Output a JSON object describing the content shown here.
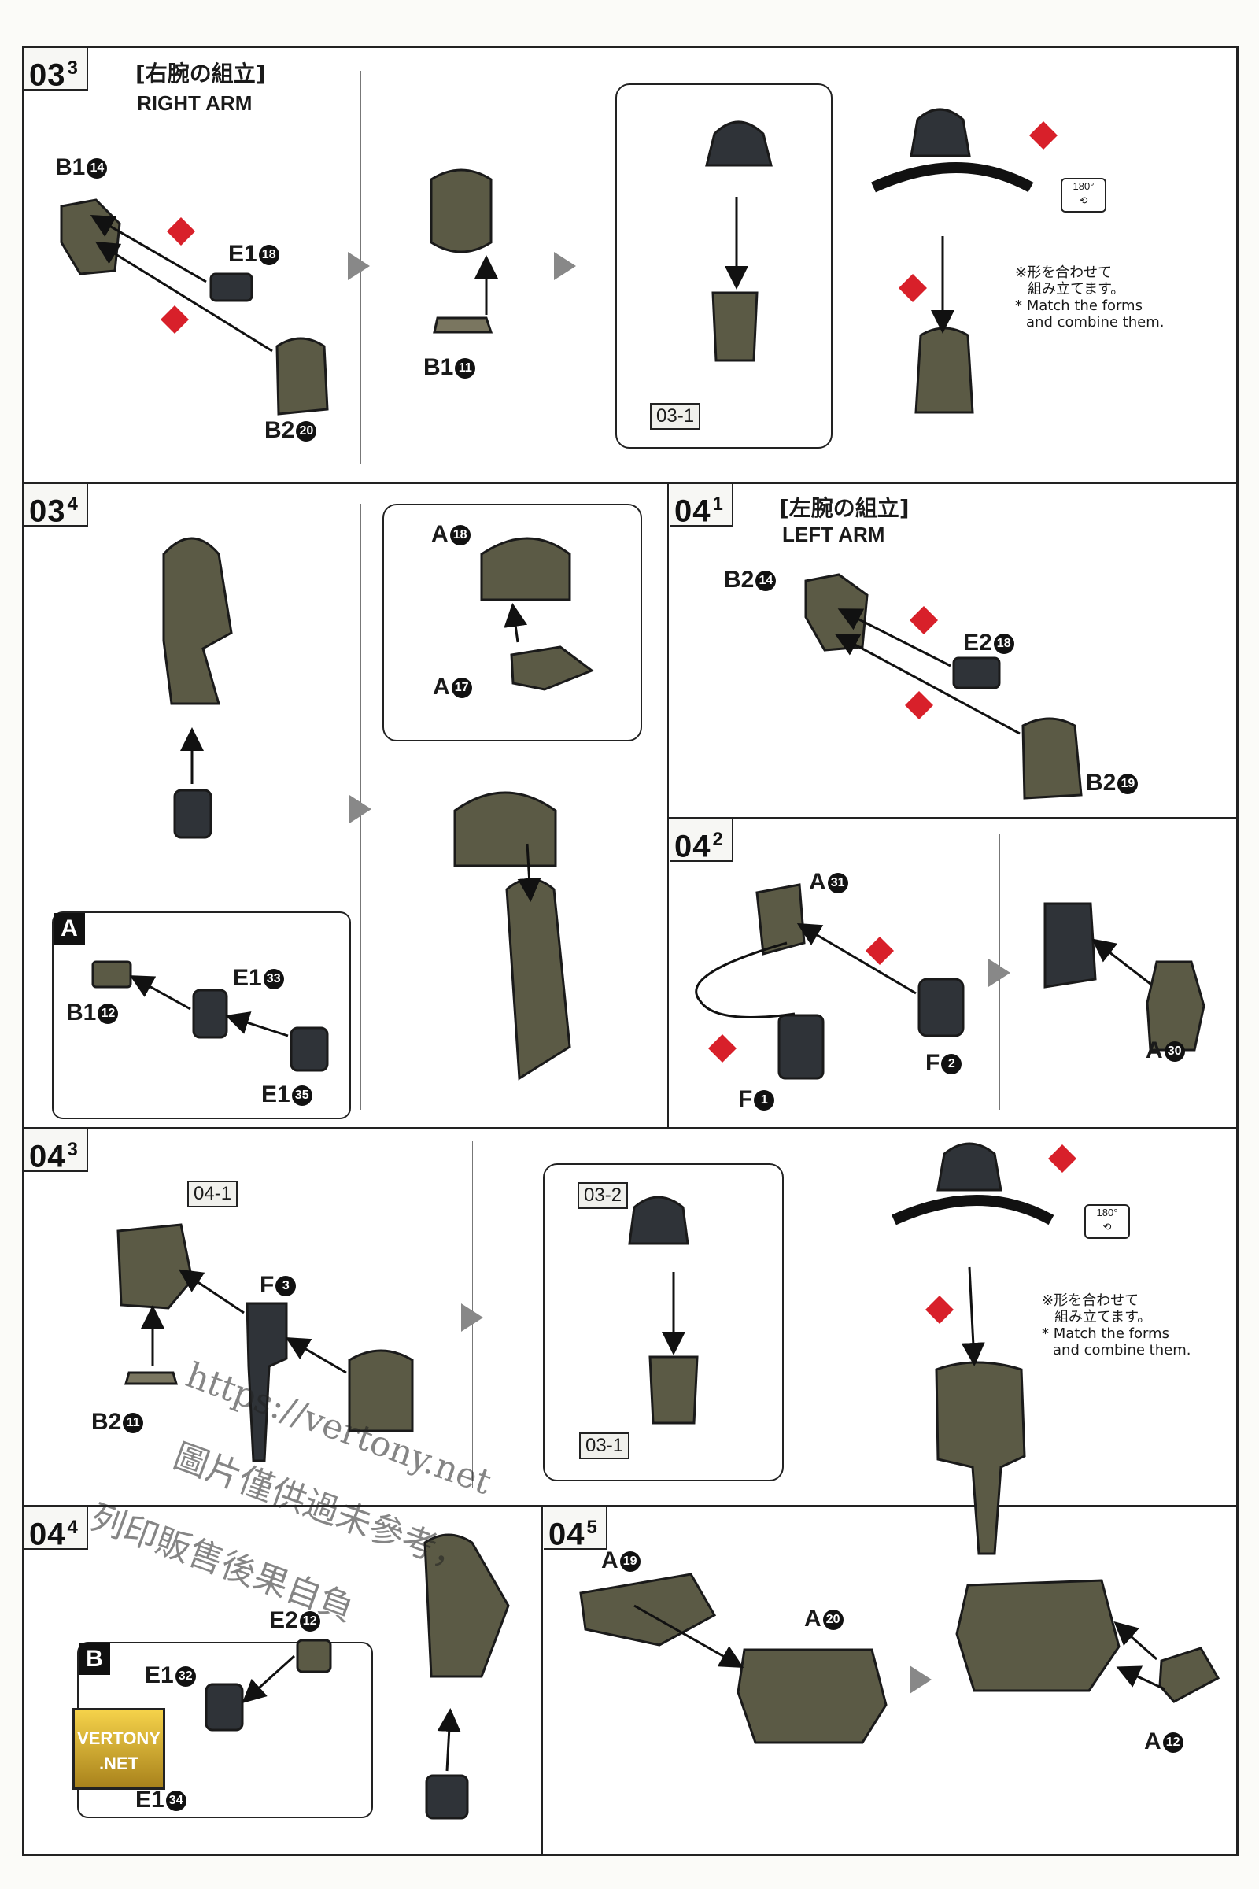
{
  "steps": {
    "s033": {
      "main": "03",
      "sub": "3",
      "jp": "[右腕の組立]",
      "en": "RIGHT ARM"
    },
    "s034": {
      "main": "03",
      "sub": "4"
    },
    "s041": {
      "main": "04",
      "sub": "1",
      "jp": "[左腕の組立]",
      "en": "LEFT ARM"
    },
    "s042": {
      "main": "04",
      "sub": "2"
    },
    "s043": {
      "main": "04",
      "sub": "3"
    },
    "s044": {
      "main": "04",
      "sub": "4"
    },
    "s045": {
      "main": "04",
      "sub": "5"
    }
  },
  "parts": {
    "p_b1_14": {
      "letter": "B1",
      "num": "14"
    },
    "p_e1_18": {
      "letter": "E1",
      "num": "18"
    },
    "p_b2_20": {
      "letter": "B2",
      "num": "20"
    },
    "p_b1_11": {
      "letter": "B1",
      "num": "11"
    },
    "p_a18": {
      "letter": "A",
      "num": "18"
    },
    "p_a17": {
      "letter": "A",
      "num": "17"
    },
    "p_b1_12": {
      "letter": "B1",
      "num": "12"
    },
    "p_e1_33": {
      "letter": "E1",
      "num": "33"
    },
    "p_e1_35": {
      "letter": "E1",
      "num": "35"
    },
    "p_b2_14": {
      "letter": "B2",
      "num": "14"
    },
    "p_e2_18": {
      "letter": "E2",
      "num": "18"
    },
    "p_b2_19": {
      "letter": "B2",
      "num": "19"
    },
    "p_a31": {
      "letter": "A",
      "num": "31"
    },
    "p_f2": {
      "letter": "F",
      "num": "2"
    },
    "p_f1": {
      "letter": "F",
      "num": "1"
    },
    "p_a30": {
      "letter": "A",
      "num": "30"
    },
    "p_f3": {
      "letter": "F",
      "num": "3"
    },
    "p_b2_11": {
      "letter": "B2",
      "num": "11"
    },
    "p_e1_32": {
      "letter": "E1",
      "num": "32"
    },
    "p_e2_12": {
      "letter": "E2",
      "num": "12"
    },
    "p_e1_34": {
      "letter": "E1",
      "num": "34"
    },
    "p_a19": {
      "letter": "A",
      "num": "19"
    },
    "p_a20": {
      "letter": "A",
      "num": "20"
    },
    "p_a12": {
      "letter": "A",
      "num": "12"
    }
  },
  "refs": {
    "r031a": "03-1",
    "r041": "04-1",
    "r032": "03-2",
    "r031b": "03-1"
  },
  "notes": {
    "jp1": "※形を合わせて",
    "jp2": "組み立てます。",
    "en1": "* Match the forms",
    "en2": "and combine them."
  },
  "rotate_label": "180°",
  "order": {
    "one": "1",
    "two": "2"
  },
  "box_labels": {
    "a": "A",
    "b": "B"
  },
  "watermark": {
    "url": "https://vertony.net",
    "line2": "圖片僅供過未參考，",
    "line3": "列印販售後果自負"
  },
  "logo": {
    "line1": "VERTONY",
    ".net": ".NET"
  },
  "colors": {
    "part": "#5b5a45",
    "dark": "#2f3338",
    "red": "#d8202a",
    "frame": "#222222"
  }
}
